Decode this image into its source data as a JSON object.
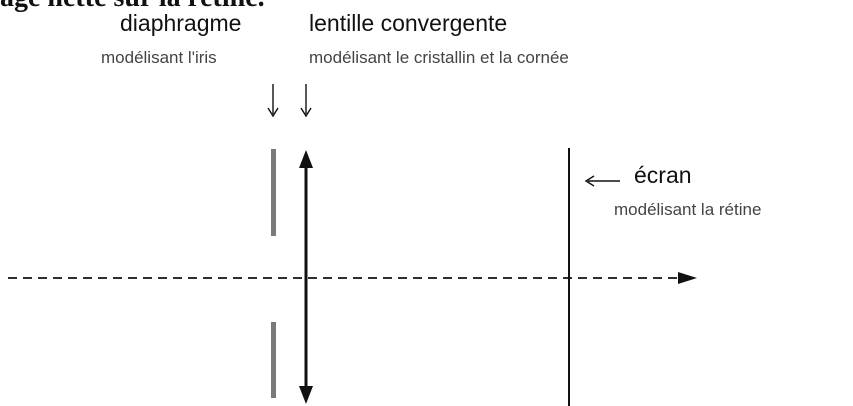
{
  "cropped_caption": "age nette sur la rétine.",
  "diaphragm": {
    "name": "diaphragme",
    "desc": "modélisant l'iris"
  },
  "lens": {
    "name": "lentille convergente",
    "desc": "modélisant le cristallin et la cornée"
  },
  "screen": {
    "name": "écran",
    "desc": "modélisant la rétine"
  },
  "colors": {
    "ink": "#111111",
    "diaphragm": "#7a7a7a",
    "secondary_text": "#444444"
  },
  "icons": [
    "down-arrow-icon",
    "left-arrow-icon",
    "double-arrow-icon",
    "right-arrow-icon"
  ]
}
